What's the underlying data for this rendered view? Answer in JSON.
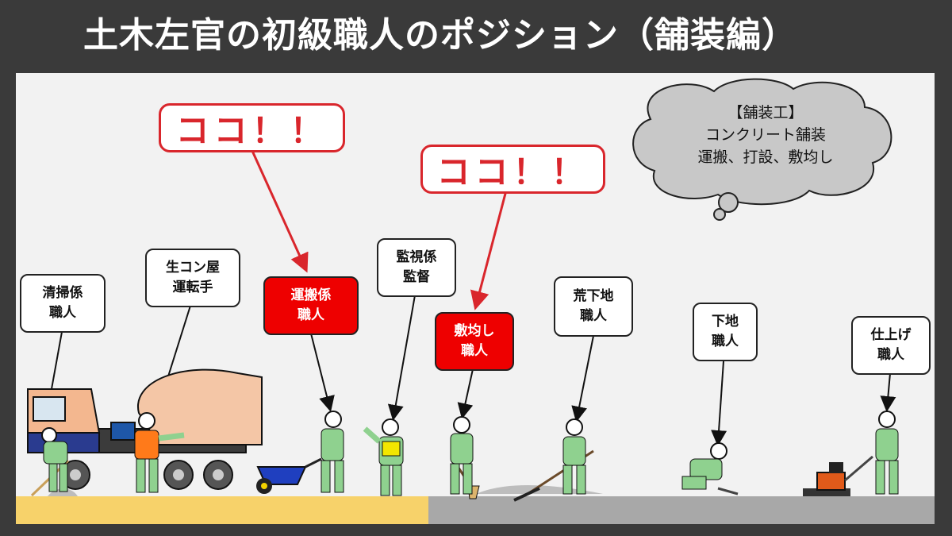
{
  "title": "土木左官の初級職人のポジション（舗装編）",
  "callouts": [
    "ココ！！",
    "ココ！！"
  ],
  "thought_bubble": {
    "line1": "【舗装工】",
    "line2": "コンクリート舗装",
    "line3": "運搬、打設、敷均し"
  },
  "roles": {
    "cleaning": [
      "清掃係",
      "職人"
    ],
    "mixer_driver": [
      "生コン屋",
      "運転手"
    ],
    "transport": [
      "運搬係",
      "職人"
    ],
    "supervisor": [
      "監視係",
      "監督"
    ],
    "spreading": [
      "敷均し",
      "職人"
    ],
    "rough_base": [
      "荒下地",
      "職人"
    ],
    "base": [
      "下地",
      "職人"
    ],
    "finishing": [
      "仕上げ",
      "職人"
    ]
  },
  "colors": {
    "highlight": "#ee0000",
    "callout_red": "#d9262c",
    "worker_green": "#8fd18f",
    "sand": "#f7d26a",
    "concrete": "#a8a8a8"
  }
}
